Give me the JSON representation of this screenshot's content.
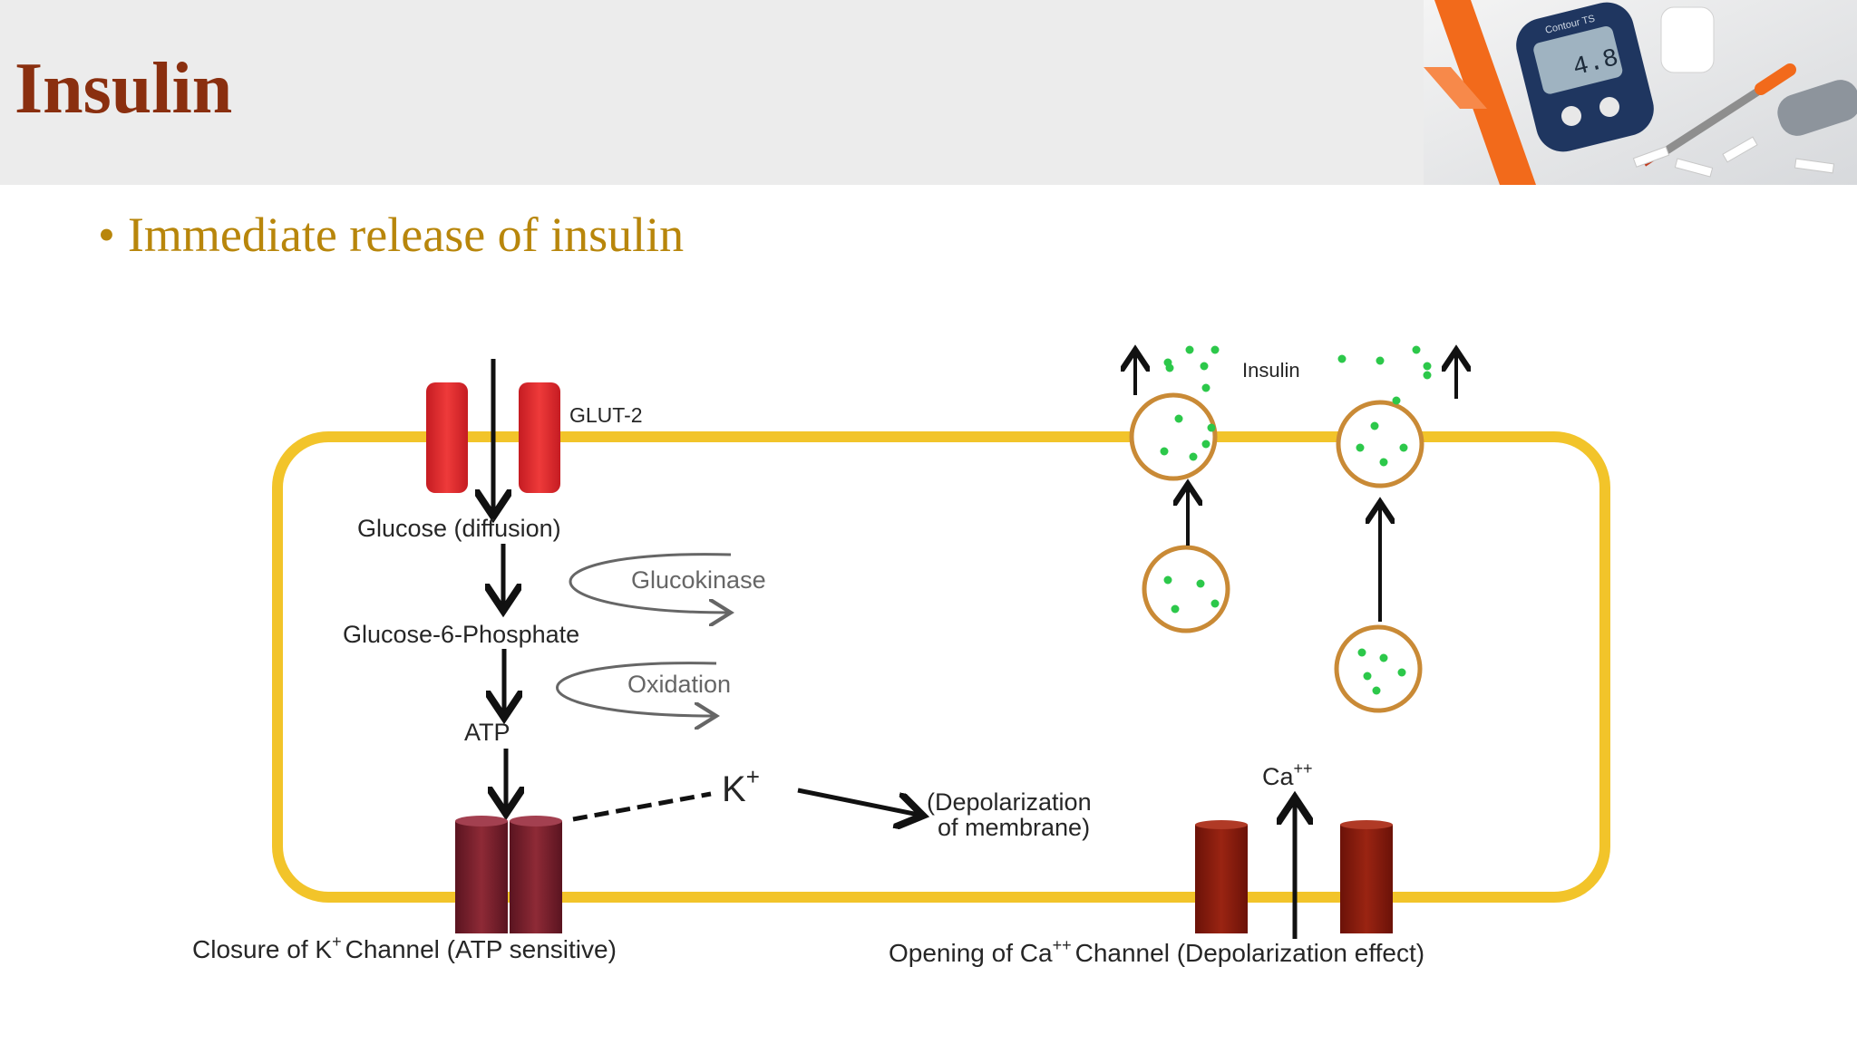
{
  "slide": {
    "title": "Insulin",
    "bullet": "Immediate release of insulin"
  },
  "device": {
    "brand": "Contour TS",
    "reading": "4.8"
  },
  "diagram": {
    "glut2": "GLUT-2",
    "glucose": "Glucose (diffusion)",
    "glucokinase": "Glucokinase",
    "g6p": "Glucose-6-Phosphate",
    "oxidation": "Oxidation",
    "atp": "ATP",
    "insulin": "Insulin",
    "k_ion": "K",
    "k_sup": "+",
    "depol_1": "(Depolarization",
    "depol_2": "of membrane)",
    "ca_ion": "Ca",
    "ca_sup": "++",
    "k_channel_1": "Closure of K",
    "k_channel_sup": "+",
    "k_channel_2": "Channel (ATP sensitive)",
    "ca_channel_1": "Opening of Ca",
    "ca_channel_sup": "++",
    "ca_channel_2": "Channel (Depolarization effect)"
  },
  "colors": {
    "title": "#8a2f0f",
    "bullet": "#b8860b",
    "membrane": "#f2c42a",
    "glut": "#e0282c",
    "k_channel": "#7a1e2a",
    "ca_channel": "#8b1a0e",
    "vesicle_ring": "#c98a36",
    "granule": "#2cc84a",
    "accent": "#f26a1b"
  }
}
